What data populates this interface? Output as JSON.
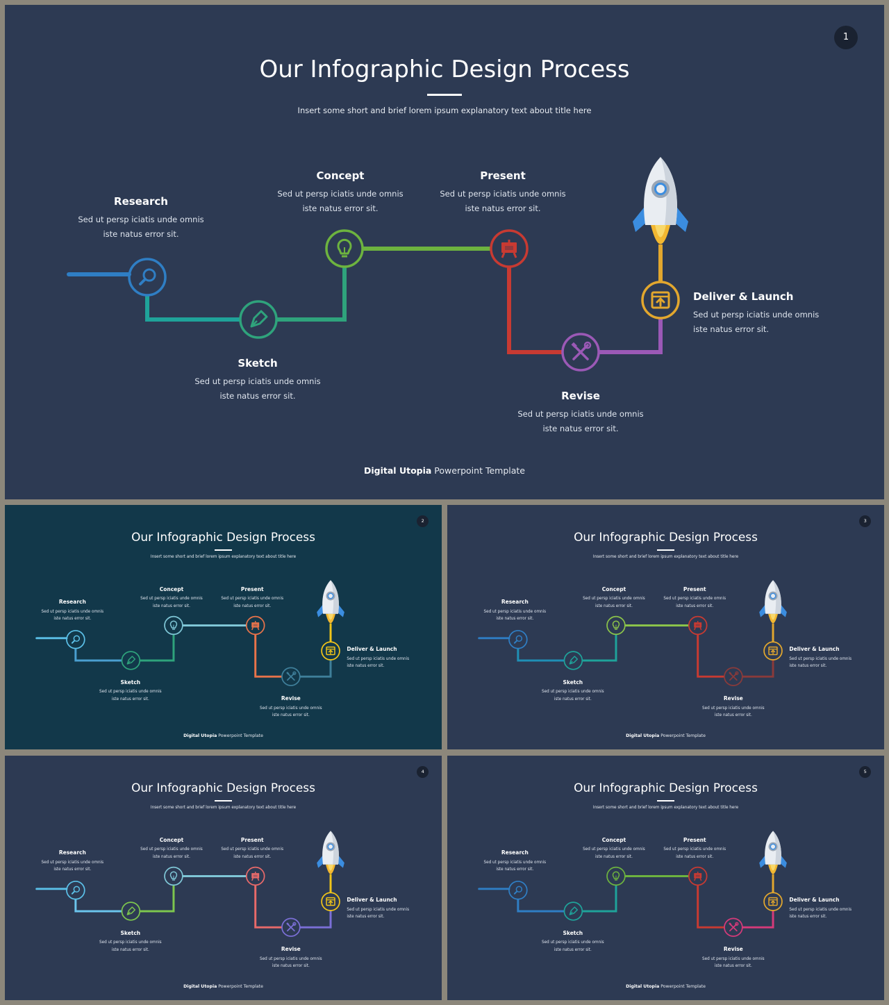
{
  "common": {
    "title": "Our Infographic Design Process",
    "subtitle": "Insert some short and brief lorem ipsum explanatory text about title here",
    "footer_brand": "Digital Utopia",
    "footer_rest": " Powerpoint Template",
    "steps": {
      "research": {
        "title": "Research",
        "line1": "Sed ut persp iciatis unde omnis",
        "line2": "iste natus error sit."
      },
      "sketch": {
        "title": "Sketch",
        "line1": "Sed ut persp iciatis unde omnis",
        "line2": "iste natus error sit."
      },
      "concept": {
        "title": "Concept",
        "line1": "Sed ut persp iciatis unde omnis",
        "line2": "iste natus error sit."
      },
      "present": {
        "title": "Present",
        "line1": "Sed ut persp iciatis unde omnis",
        "line2": "iste natus error sit."
      },
      "revise": {
        "title": "Revise",
        "line1": "Sed ut persp iciatis unde omnis",
        "line2": "iste natus error sit."
      },
      "deliver": {
        "title": "Deliver & Launch",
        "line1": "Sed ut persp iciatis unde omnis",
        "line2": "iste natus error sit."
      }
    }
  },
  "slides": [
    {
      "number": "1",
      "background": "#2d3a53",
      "colors": [
        "#2f7ec4",
        "#1fa39a",
        "#2fa37c",
        "#6db33f",
        "#c83a32",
        "#c83a32",
        "#9b59b6",
        "#e2a72e"
      ]
    },
    {
      "number": "2",
      "background": "#12384a",
      "colors": [
        "#5bc0e8",
        "#4a9fd0",
        "#2fa37c",
        "#7fc6d6",
        "#e8734a",
        "#e8734a",
        "#3f7f9a",
        "#f0c419"
      ]
    },
    {
      "number": "3",
      "background": "#2d3a53",
      "colors": [
        "#2f7ec4",
        "#1f8fb5",
        "#1fa39a",
        "#8bc34a",
        "#c83a32",
        "#c83a32",
        "#8a3a3a",
        "#e2a72e"
      ]
    },
    {
      "number": "4",
      "background": "#2d3a53",
      "colors": [
        "#5bc0e8",
        "#6bc4ec",
        "#7dc64e",
        "#7fc6d6",
        "#e86a6a",
        "#e86a6a",
        "#7b6fd6",
        "#f0c419"
      ]
    },
    {
      "number": "5",
      "background": "#2d3a53",
      "colors": [
        "#2f7ec4",
        "#2f7ec4",
        "#1fa39a",
        "#6db33f",
        "#c83a32",
        "#c83a32",
        "#d63a7a",
        "#e2a72e"
      ]
    }
  ]
}
